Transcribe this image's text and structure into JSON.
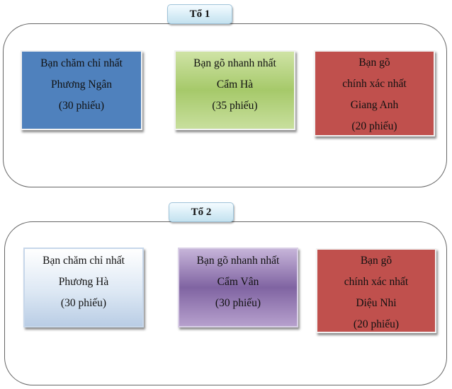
{
  "groups": [
    {
      "label": "Tổ 1",
      "cards": [
        {
          "color": "#4f81bd",
          "lines": [
            "Bạn chăm chỉ nhất",
            "Phương Ngân",
            "(30 phiếu)"
          ]
        },
        {
          "color": "#9bbb59",
          "lines": [
            "Bạn gõ nhanh nhất",
            "Cẩm Hà",
            "(35 phiếu)"
          ]
        },
        {
          "color": "#c0504d",
          "lines": [
            "Bạn gõ",
            "chính xác nhất",
            "Giang Anh",
            "(20 phiếu)"
          ]
        }
      ]
    },
    {
      "label": "Tổ 2",
      "cards": [
        {
          "color": "#dbe5f1",
          "lines": [
            "Bạn chăm chỉ nhất",
            "Phương Hà",
            "(30 phiếu)"
          ]
        },
        {
          "color": "#8064a2",
          "lines": [
            "Bạn gõ nhanh nhất",
            "Cẩm Vân",
            "(30 phiếu)"
          ]
        },
        {
          "color": "#c0504d",
          "lines": [
            "Bạn gõ",
            "chính xác nhất",
            "Diệu Nhi",
            "(20 phiếu)"
          ]
        }
      ]
    }
  ]
}
